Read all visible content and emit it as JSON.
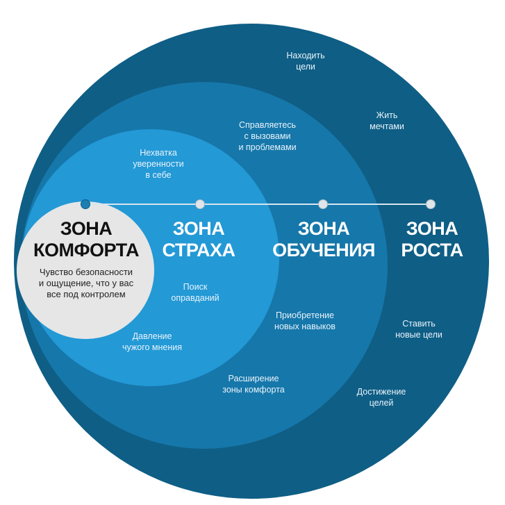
{
  "zones": {
    "comfort": {
      "title": "ЗОНА\nКОМФОРТА",
      "description": "Чувство безопасности\nи ощущение, что у вас\nвсе под контролем",
      "color": "#e6e6e6"
    },
    "fear": {
      "title": "ЗОНА\nСТРАХА",
      "items": [
        "Нехватка\nуверенности\nв себе",
        "Поиск\nоправданий",
        "Давление\nчужого мнения"
      ],
      "color": "#2399d6"
    },
    "learning": {
      "title": "ЗОНА\nОБУЧЕНИЯ",
      "items": [
        "Справляетесь\nс вызовами\nи проблемами",
        "Приобретение\nновых навыков",
        "Расширение\nзоны комфорта"
      ],
      "color": "#1677aa"
    },
    "growth": {
      "title": "ЗОНА\nРОСТА",
      "items": [
        "Находить\nцели",
        "Жить\nмечтами",
        "Ставить\nновые цели",
        "Достижение\nцелей"
      ],
      "color": "#0f5e85"
    }
  }
}
